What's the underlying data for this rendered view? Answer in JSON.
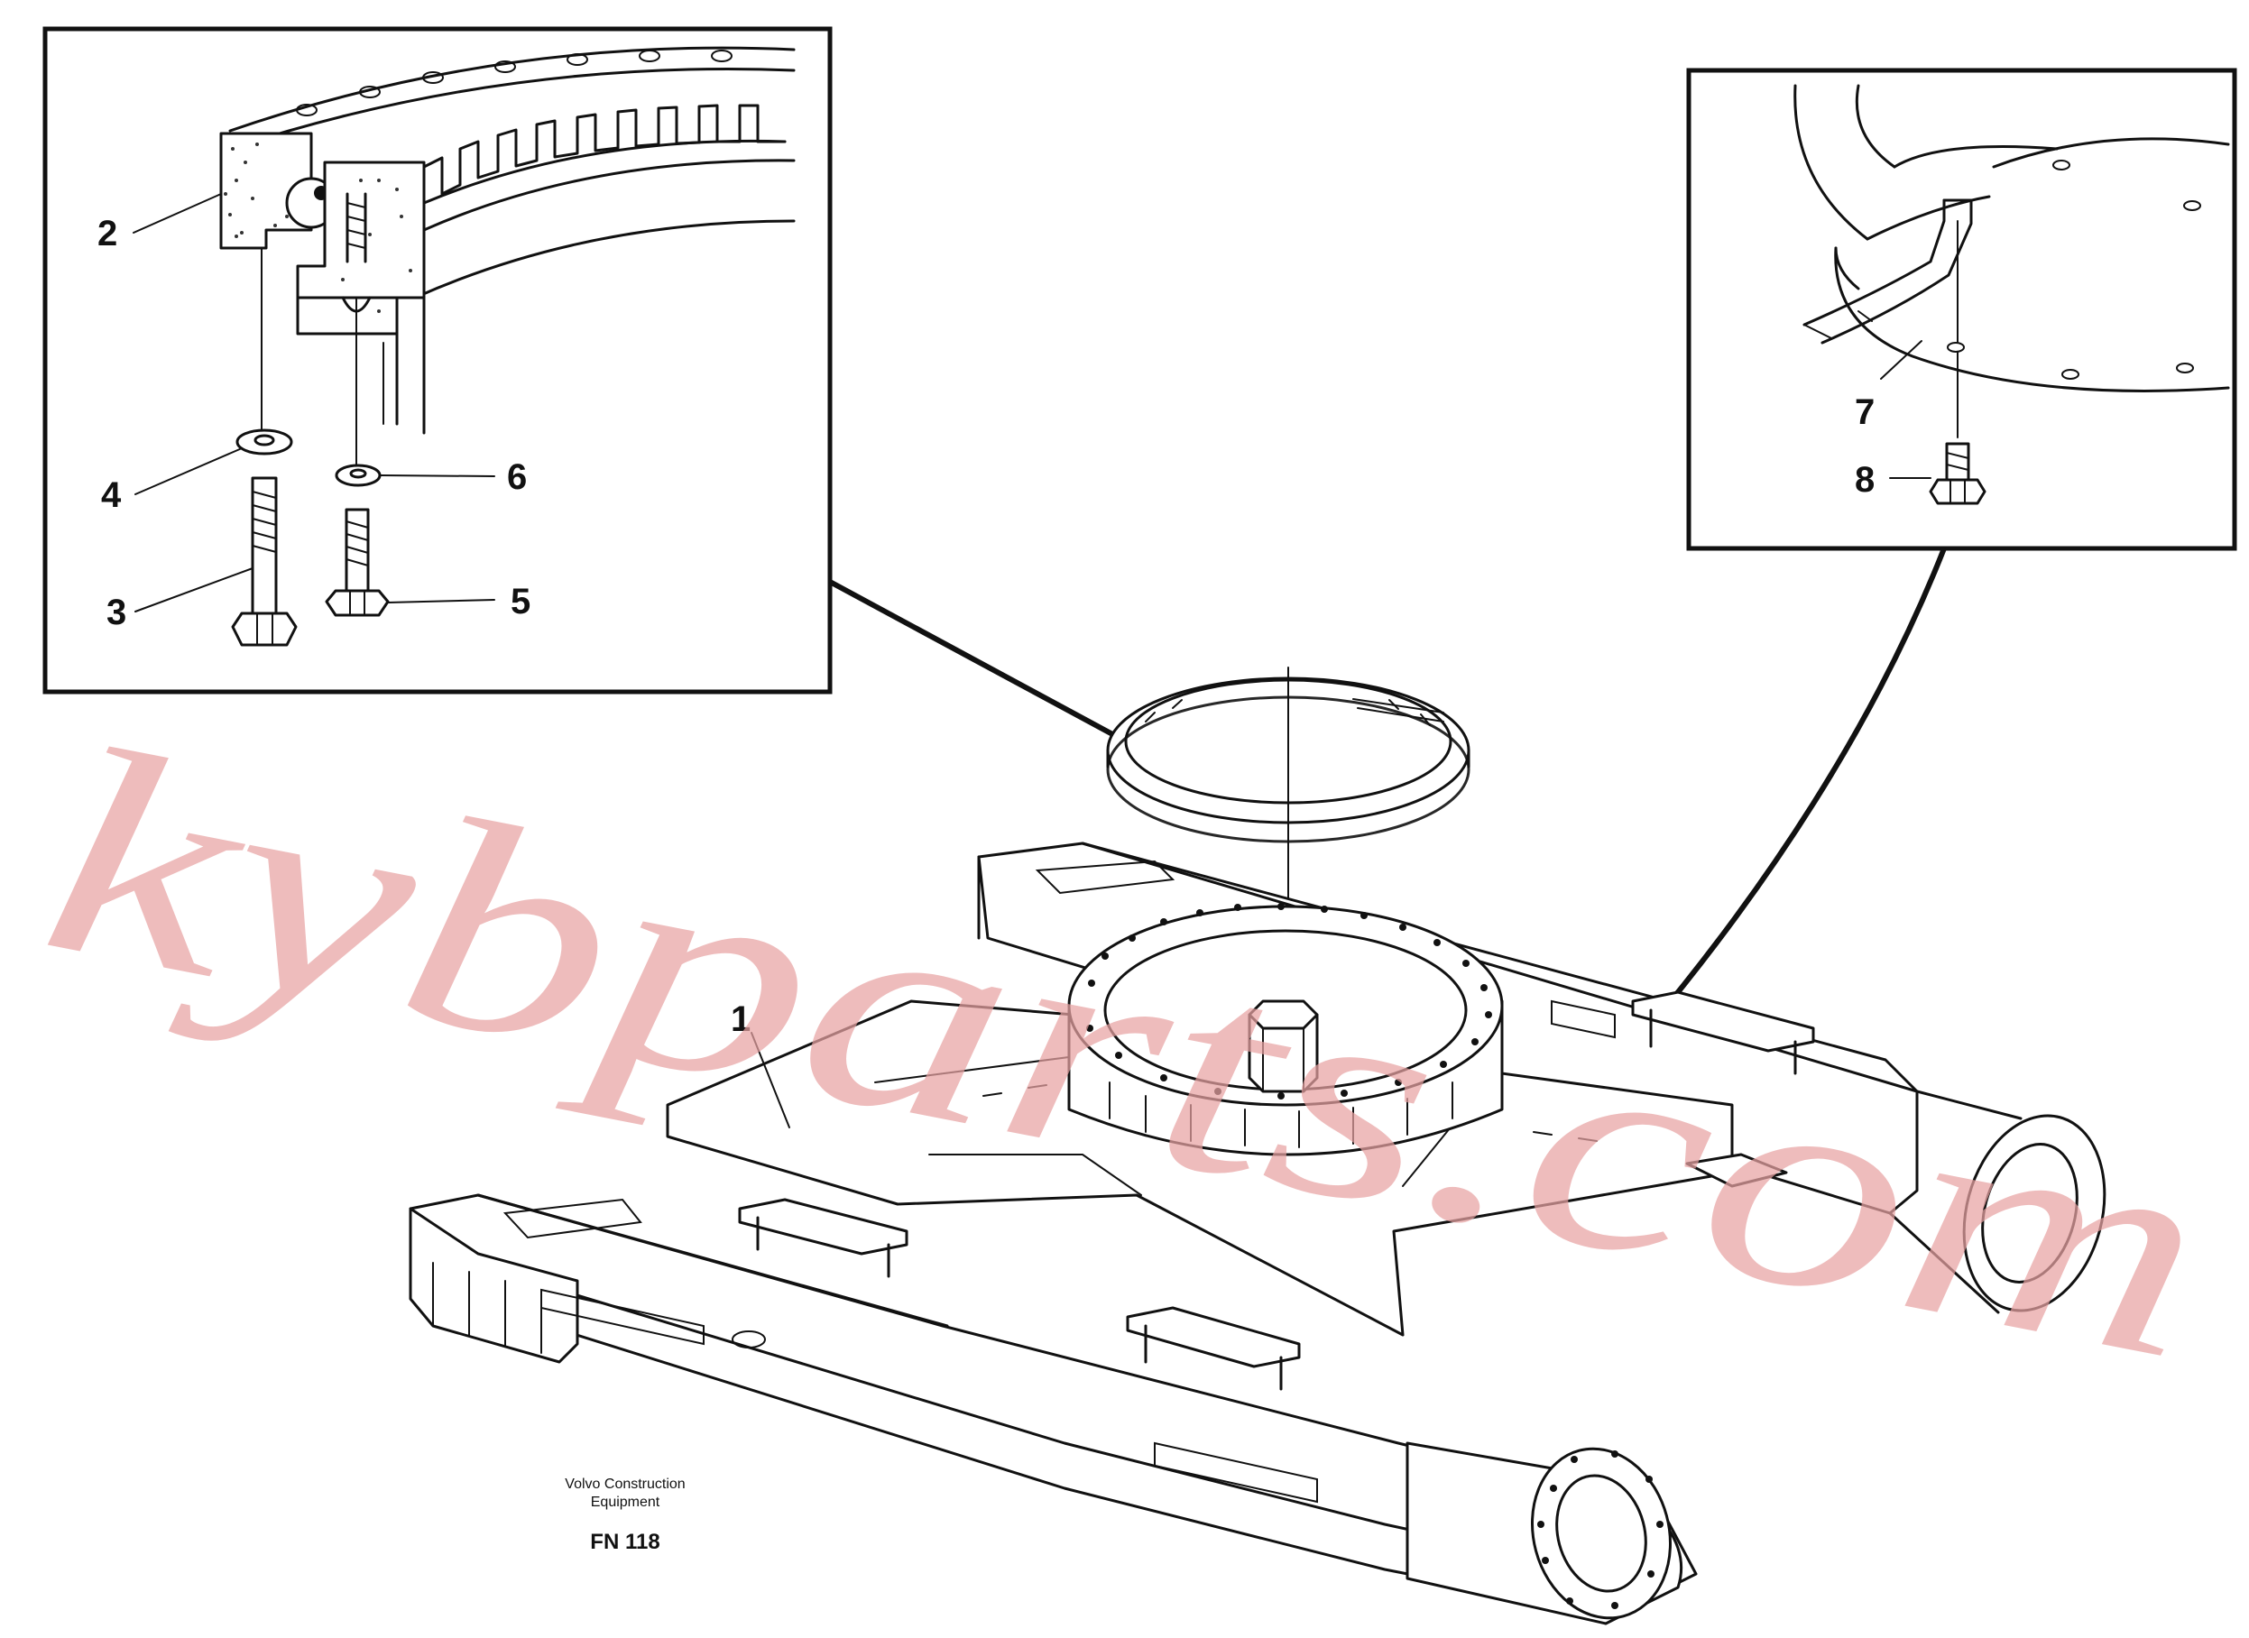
{
  "callouts": {
    "c1": "1",
    "c2": "2",
    "c3": "3",
    "c4": "4",
    "c5": "5",
    "c6": "6",
    "c7": "7",
    "c8": "8"
  },
  "caption": {
    "company_line1": "Volvo Construction",
    "company_line2": "Equipment",
    "code": "FN 118"
  },
  "watermark": {
    "text": "kybparts.com",
    "color": "#e8a2a2"
  },
  "colors": {
    "line": "#111111",
    "background": "#ffffff"
  }
}
